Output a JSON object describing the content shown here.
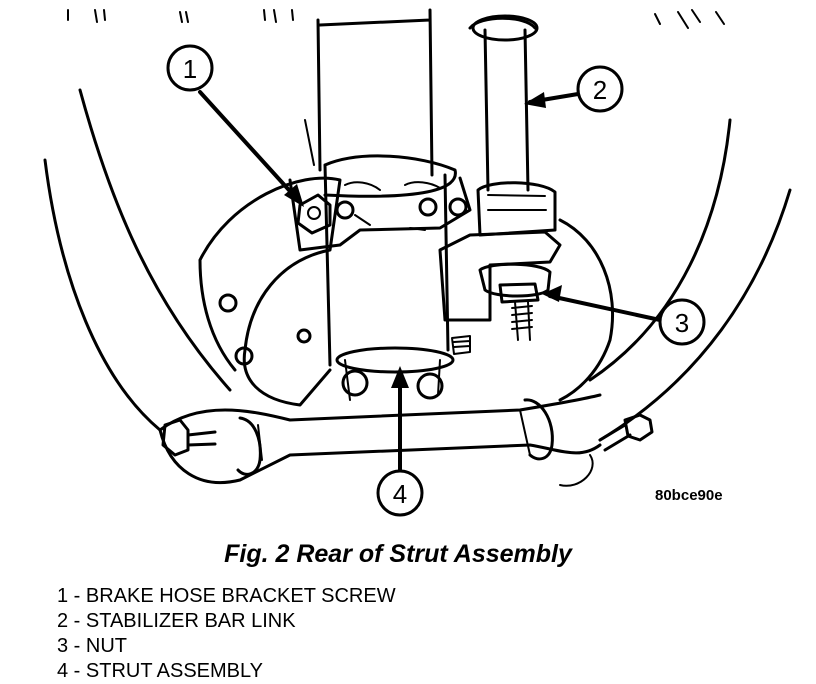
{
  "figure": {
    "image_code": "80bce90e",
    "caption": "Fig. 2 Rear of Strut Assembly",
    "callouts": [
      "1",
      "2",
      "3",
      "4"
    ]
  },
  "legend": [
    {
      "number": "1",
      "label": "1 - BRAKE HOSE BRACKET SCREW"
    },
    {
      "number": "2",
      "label": "2 - STABILIZER BAR LINK"
    },
    {
      "number": "3",
      "label": "3 - NUT"
    },
    {
      "number": "4",
      "label": "4 - STRUT ASSEMBLY"
    }
  ],
  "colors": {
    "line": "#000000",
    "background": "#ffffff"
  }
}
